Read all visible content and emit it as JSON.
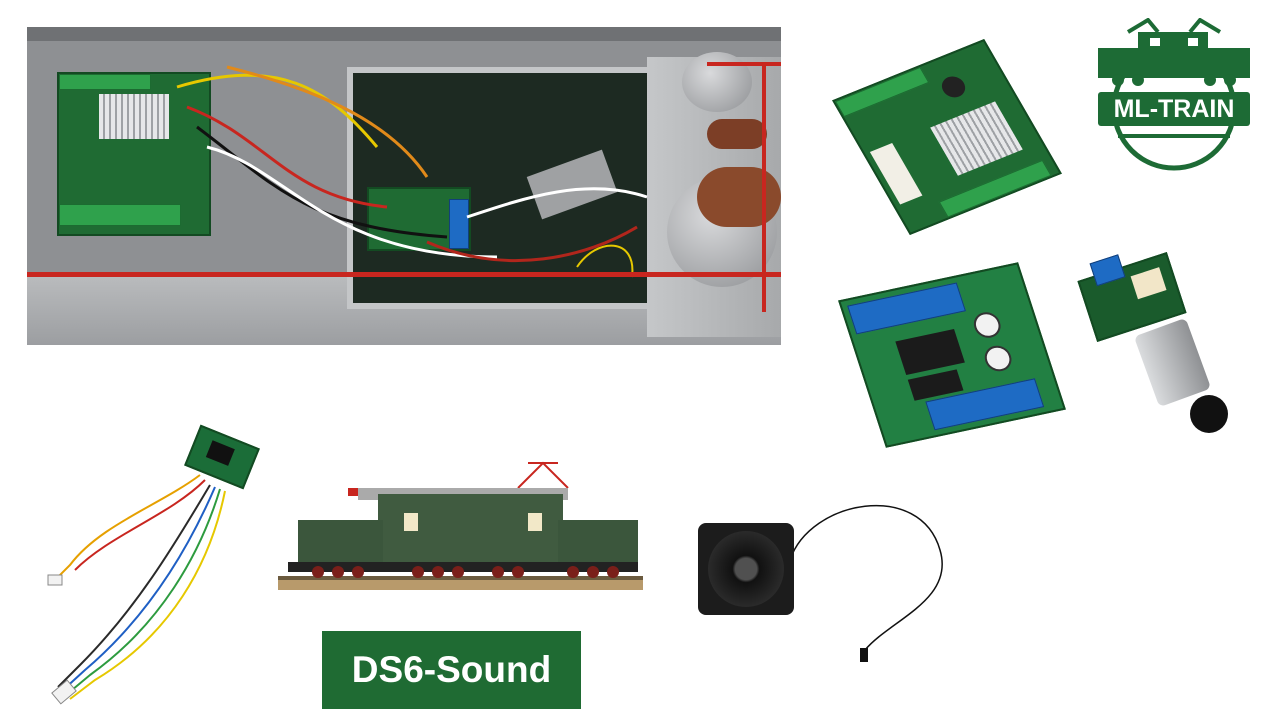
{
  "logo": {
    "text": "ML-TRAIN",
    "brand_color": "#1d6b35"
  },
  "product_label": {
    "text": "DS6-Sound",
    "background": "#1f6b33"
  },
  "images": {
    "interior": "locomotive-interior-wiring-photo",
    "decoder_board": "decoder-board-with-heatsinks",
    "motor_driver": "motor-driver-board",
    "smoke_unit": "small-board-with-motor",
    "sound_module": "sound-module-with-wires",
    "locomotive": "green-electric-locomotive",
    "speaker": "square-speaker-with-cable"
  }
}
